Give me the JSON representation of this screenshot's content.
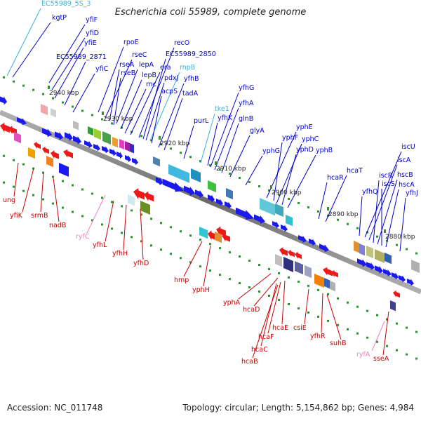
{
  "title": "Escherichia coli 55989, complete genome",
  "footer": {
    "accession": "Accession: NC_011748",
    "summary": "Topology: circular; Length: 5,154,862 bp; Genes: 4,984"
  },
  "colors": {
    "forward_label": "#0000cc",
    "reverse_label": "#cc0000",
    "rna_label": "#33b5dd",
    "reverse_rna_label": "#f080c0",
    "forward_gene": "#1a1aee",
    "reverse_gene": "#ee1a1a",
    "backbone": "#808080",
    "tick": "#3a8a3a"
  },
  "scale_labels": [
    "2940 kbp",
    "2930 kbp",
    "2920 kbp",
    "2910 kbp",
    "2900 kbp",
    "2890 kbp",
    "2880 kbp"
  ],
  "forward_labels": [
    {
      "name": "EC55989_5S_3",
      "kind": "rna"
    },
    {
      "name": "kgtP",
      "kind": "gene"
    },
    {
      "name": "yfiF",
      "kind": "gene"
    },
    {
      "name": "yfiD",
      "kind": "gene"
    },
    {
      "name": "yfiE",
      "kind": "gene"
    },
    {
      "name": "EC55989_2871",
      "kind": "gene"
    },
    {
      "name": "yfiC",
      "kind": "gene"
    },
    {
      "name": "rpoE",
      "kind": "gene"
    },
    {
      "name": "rseC",
      "kind": "gene"
    },
    {
      "name": "rseA",
      "kind": "gene"
    },
    {
      "name": "lepA",
      "kind": "gene"
    },
    {
      "name": "rseB",
      "kind": "gene"
    },
    {
      "name": "lepB",
      "kind": "gene"
    },
    {
      "name": "rnc",
      "kind": "gene"
    },
    {
      "name": "era",
      "kind": "gene"
    },
    {
      "name": "recO",
      "kind": "gene"
    },
    {
      "name": "EC55989_2850",
      "kind": "gene"
    },
    {
      "name": "rnpB",
      "kind": "rna"
    },
    {
      "name": "pdxJ",
      "kind": "gene"
    },
    {
      "name": "acpS",
      "kind": "gene"
    },
    {
      "name": "yfhB",
      "kind": "gene"
    },
    {
      "name": "tadA",
      "kind": "gene"
    },
    {
      "name": "purL",
      "kind": "gene"
    },
    {
      "name": "tke1",
      "kind": "rna"
    },
    {
      "name": "yfhK",
      "kind": "gene"
    },
    {
      "name": "yfhG",
      "kind": "gene"
    },
    {
      "name": "yfhA",
      "kind": "gene"
    },
    {
      "name": "glnB",
      "kind": "gene"
    },
    {
      "name": "glyA",
      "kind": "gene"
    },
    {
      "name": "yphG",
      "kind": "gene"
    },
    {
      "name": "yphE",
      "kind": "gene"
    },
    {
      "name": "yphF",
      "kind": "gene"
    },
    {
      "name": "yphC",
      "kind": "gene"
    },
    {
      "name": "yphD",
      "kind": "gene"
    },
    {
      "name": "yphB",
      "kind": "gene"
    },
    {
      "name": "hcaT",
      "kind": "gene"
    },
    {
      "name": "hcaR",
      "kind": "gene"
    },
    {
      "name": "iscU",
      "kind": "gene"
    },
    {
      "name": "iscA",
      "kind": "gene"
    },
    {
      "name": "iscR",
      "kind": "gene"
    },
    {
      "name": "hscB",
      "kind": "gene"
    },
    {
      "name": "iscS",
      "kind": "gene"
    },
    {
      "name": "hscA",
      "kind": "gene"
    },
    {
      "name": "yfhQ",
      "kind": "gene"
    },
    {
      "name": "yfhJ",
      "kind": "gene"
    }
  ],
  "reverse_labels": [
    {
      "name": "ung",
      "kind": "gene"
    },
    {
      "name": "yfiK",
      "kind": "gene"
    },
    {
      "name": "srmB",
      "kind": "gene"
    },
    {
      "name": "nadB",
      "kind": "gene"
    },
    {
      "name": "ryfC",
      "kind": "rna"
    },
    {
      "name": "yfhL",
      "kind": "gene"
    },
    {
      "name": "yfhH",
      "kind": "gene"
    },
    {
      "name": "yfhD",
      "kind": "gene"
    },
    {
      "name": "hmp",
      "kind": "gene"
    },
    {
      "name": "yphH",
      "kind": "gene"
    },
    {
      "name": "yphA",
      "kind": "gene"
    },
    {
      "name": "hcaD",
      "kind": "gene"
    },
    {
      "name": "hcaE",
      "kind": "gene"
    },
    {
      "name": "hcaF",
      "kind": "gene"
    },
    {
      "name": "hcaC",
      "kind": "gene"
    },
    {
      "name": "hcaB",
      "kind": "gene"
    },
    {
      "name": "csiE",
      "kind": "gene"
    },
    {
      "name": "yfhR",
      "kind": "gene"
    },
    {
      "name": "suhB",
      "kind": "gene"
    },
    {
      "name": "ryfA",
      "kind": "rna"
    },
    {
      "name": "sseA",
      "kind": "gene"
    }
  ]
}
